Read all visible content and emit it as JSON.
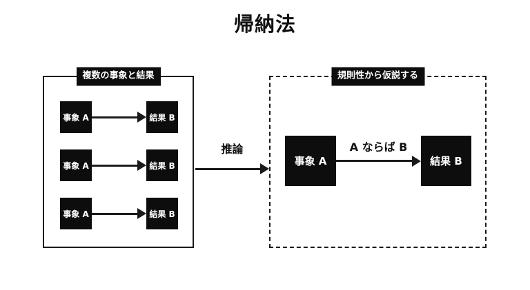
{
  "title": "帰納法",
  "left_panel": {
    "header": "複数の事象と結果",
    "rows": [
      {
        "source": "事象 A",
        "result": "結果 B"
      },
      {
        "source": "事象 A",
        "result": "結果 B"
      },
      {
        "source": "事象 A",
        "result": "結果 B"
      }
    ]
  },
  "connector": {
    "label": "推論"
  },
  "right_panel": {
    "header": "規則性から仮説する",
    "source": "事象 A",
    "arrow_label": "A ならば B",
    "result": "結果 B"
  },
  "colors": {
    "background": "#ffffff",
    "node_fill": "#0d0d0d",
    "node_text": "#ffffff",
    "line": "#1a1a1a"
  }
}
